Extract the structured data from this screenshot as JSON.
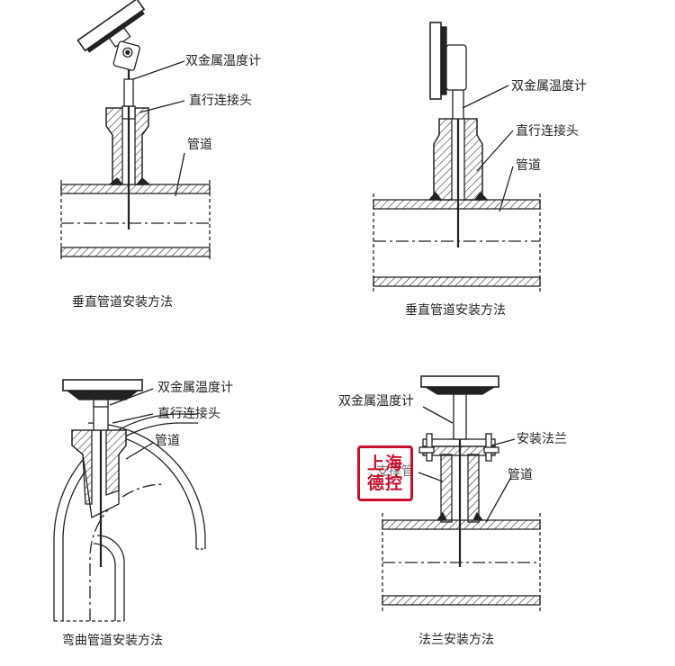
{
  "panel_tl": {
    "labels": {
      "thermometer": "双金属温度计",
      "connector": "直行连接头",
      "pipe": "管道"
    },
    "caption": "垂直管道安装方法"
  },
  "panel_tr": {
    "labels": {
      "thermometer": "双金属温度计",
      "connector": "直行连接头",
      "pipe": "管道"
    },
    "caption": "垂直管道安装方法"
  },
  "panel_bl": {
    "labels": {
      "thermometer": "双金属温度计",
      "connector": "直行连接头",
      "pipe": "管道"
    },
    "caption": "弯曲管道安装方法"
  },
  "panel_br": {
    "labels": {
      "thermometer": "双金属温度计",
      "flange": "安装法兰",
      "support": "支撑管",
      "pipe": "管道"
    },
    "caption": "法兰安装方法"
  },
  "stamp": {
    "text_line1": "上海",
    "text_line2": "德控"
  }
}
